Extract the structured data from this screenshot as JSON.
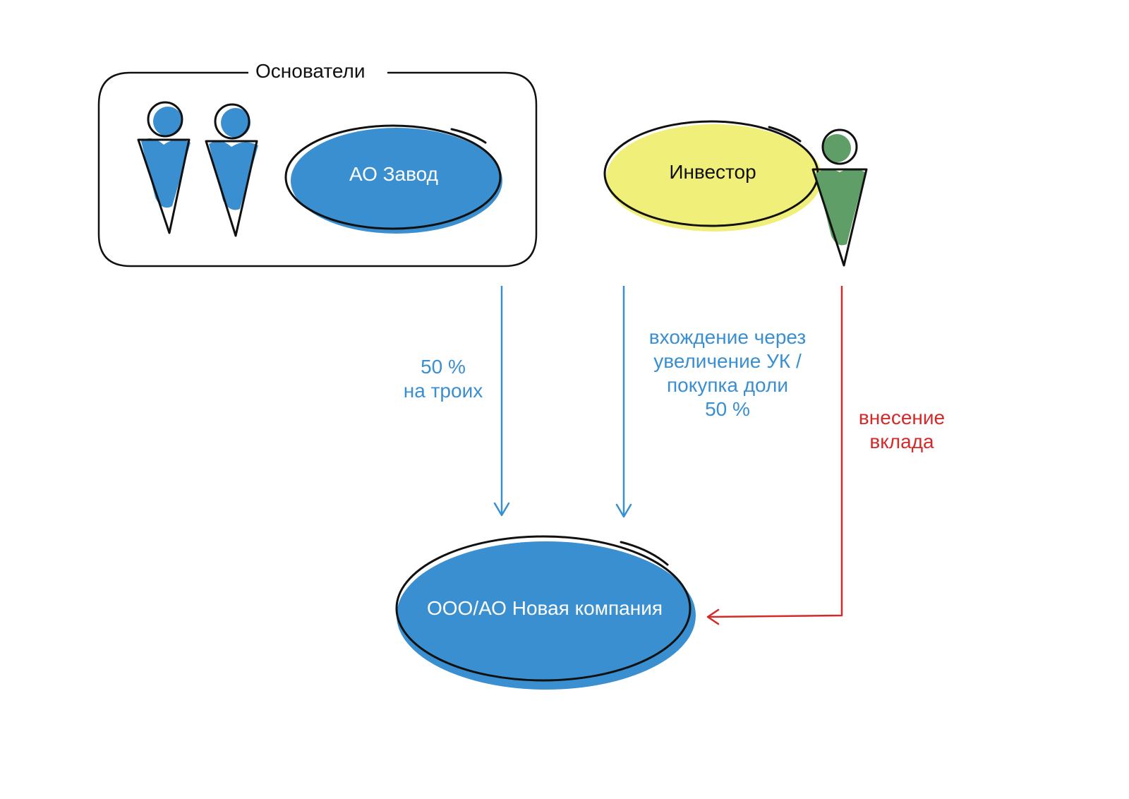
{
  "founders_group": {
    "title": "Основатели"
  },
  "nodes": {
    "ao_zavod": {
      "label": "АО Завод",
      "fill": "#3a8fd0"
    },
    "investor": {
      "label": "Инвестор",
      "fill": "#f0ef7a"
    },
    "new_company": {
      "label": "ООО/АО Новая компания",
      "fill": "#3a8fd0"
    }
  },
  "edges": {
    "founders_share": {
      "lines": [
        "50 %",
        "на троих"
      ],
      "color": "#3a8fd0"
    },
    "investor_share": {
      "lines": [
        "вхождение через",
        "увеличение УК /",
        "покупка доли",
        "50 %"
      ],
      "color": "#3a8fd0"
    },
    "contribution": {
      "lines": [
        "внесение",
        "вклада"
      ],
      "color": "#d42a2a"
    }
  },
  "colors": {
    "founder_person": "#3a8fd0",
    "investor_person": "#5f9e67",
    "outline": "#111111"
  },
  "icons": [
    "person-icon",
    "arrow-down-icon",
    "arrow-left-icon"
  ]
}
